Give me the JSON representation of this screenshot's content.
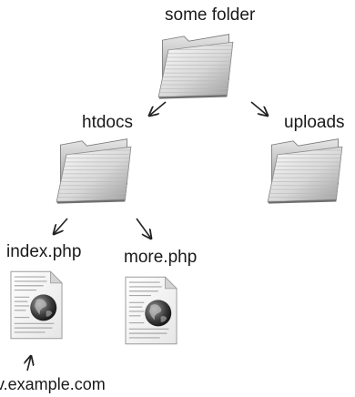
{
  "nodes": {
    "root": {
      "label": "some folder",
      "icon": "folder-icon"
    },
    "htdocs": {
      "label": "htdocs",
      "icon": "folder-icon"
    },
    "uploads": {
      "label": "uploads",
      "icon": "folder-icon"
    },
    "index": {
      "label": "index.php",
      "icon": "php-file-icon"
    },
    "more": {
      "label": "more.php",
      "icon": "php-file-icon"
    }
  },
  "url_label": "v.example.com",
  "edges": [
    {
      "from": "root",
      "to": "htdocs"
    },
    {
      "from": "root",
      "to": "uploads"
    },
    {
      "from": "htdocs",
      "to": "index"
    },
    {
      "from": "htdocs",
      "to": "more"
    },
    {
      "from": "url",
      "to": "index"
    }
  ],
  "colors": {
    "folder_light": "#f2f2f2",
    "folder_dark": "#8a8a8a",
    "arrow": "#222222",
    "globe": "#3a3a3a"
  }
}
